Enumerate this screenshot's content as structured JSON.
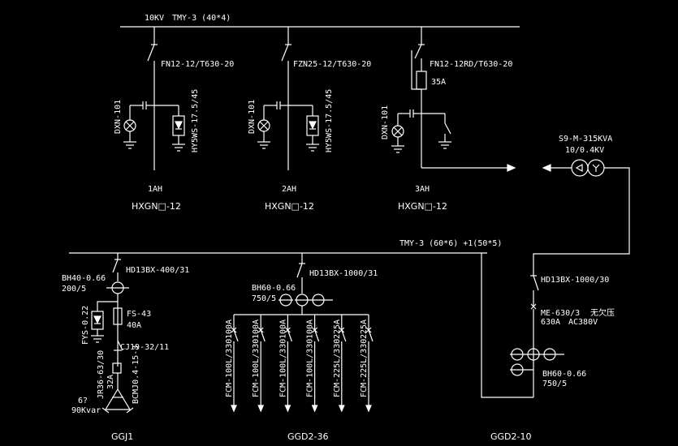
{
  "bus_hv": {
    "voltage": "10KV",
    "busbar": "TMY-3 (40*4)"
  },
  "cabinets_hv": [
    {
      "switch": "FN12-12/T630-20",
      "lamp": "DXN-101",
      "arrester": "HY5WS-17.5/45",
      "id": "1AH",
      "type": "HXGN□-12"
    },
    {
      "switch": "FZN25-12/T630-20",
      "lamp": "DXN-101",
      "arrester": "HY5WS-17.5/45",
      "id": "2AH",
      "type": "HXGN□-12"
    },
    {
      "switch": "FN12-12RD/T630-20",
      "fuse": "35A",
      "lamp": "DXN-101",
      "id": "3AH",
      "type": "HXGN□-12"
    }
  ],
  "transformer": {
    "model": "S9-M-315KVA",
    "ratio": "10/0.4KV"
  },
  "bus_lv": {
    "busbar": "TMY-3 (60*6) +1(50*5)"
  },
  "ggj1": {
    "name": "GGJ1",
    "switch": "HD13BX-400/31",
    "ct": "BH40-0.66",
    "ct_ratio": "200/5",
    "arrester": "FYS-0.22",
    "fuse": "FS-43",
    "fuse_rating": "40A",
    "contactor": "CJ19-32/11",
    "fuse2": "JR36-63/30",
    "fuse2_rating": "32A",
    "capacitor": "BCMJ0.4-15-3",
    "cap_count": "6?",
    "cap_kvar": "90Kvar"
  },
  "ggd2_36": {
    "name": "GGD2-36",
    "switch": "HD13BX-1000/31",
    "ct": "BH60-0.66",
    "ct_ratio": "750/5",
    "feeders": [
      {
        "rating": "100A",
        "breaker": "FCM-100L/330"
      },
      {
        "rating": "100A",
        "breaker": "FCM-100L/330"
      },
      {
        "rating": "100A",
        "breaker": "FCM-100L/330"
      },
      {
        "rating": "100A",
        "breaker": "FCM-100L/330"
      },
      {
        "rating": "225A",
        "breaker": "FCM-225L/330"
      },
      {
        "rating": "225A",
        "breaker": "FCM-225L/330"
      }
    ]
  },
  "ggd2_10": {
    "name": "GGD2-10",
    "switch": "HD13BX-1000/30",
    "breaker": "ME-630/3",
    "breaker_note": "无欠压",
    "breaker_rating": "630A",
    "breaker_voltage": "AC380V",
    "ct": "BH60-0.66",
    "ct_ratio": "750/5"
  }
}
